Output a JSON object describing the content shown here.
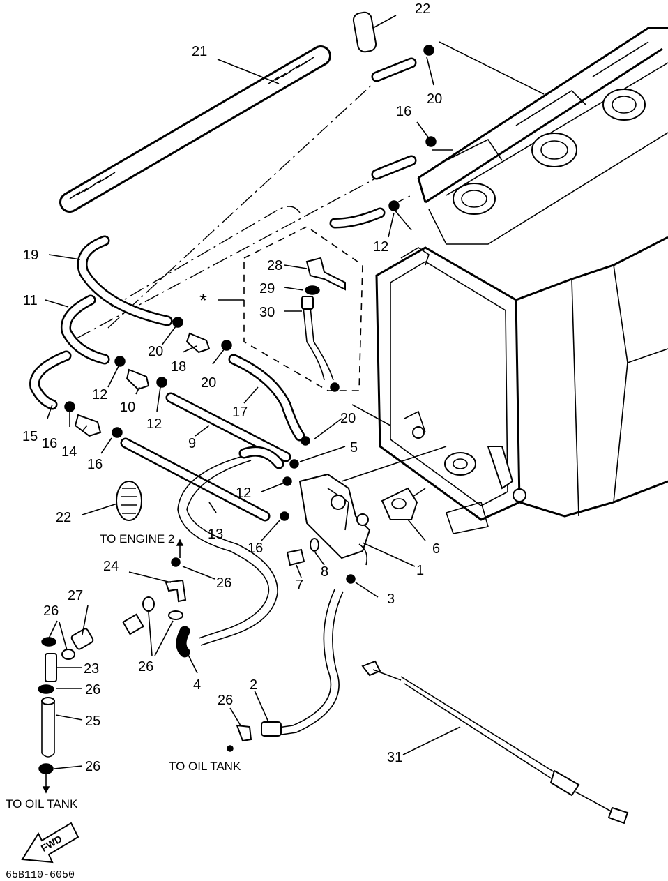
{
  "callouts": [
    {
      "id": "c1",
      "text": "1"
    },
    {
      "id": "c2",
      "text": "2"
    },
    {
      "id": "c3",
      "text": "3"
    },
    {
      "id": "c4",
      "text": "4"
    },
    {
      "id": "c5",
      "text": "5"
    },
    {
      "id": "c6",
      "text": "6"
    },
    {
      "id": "c7",
      "text": "7"
    },
    {
      "id": "c8",
      "text": "8"
    },
    {
      "id": "c9",
      "text": "9"
    },
    {
      "id": "c10",
      "text": "10"
    },
    {
      "id": "c11",
      "text": "11"
    },
    {
      "id": "c12a",
      "text": "12"
    },
    {
      "id": "c12b",
      "text": "12"
    },
    {
      "id": "c12c",
      "text": "12"
    },
    {
      "id": "c12d",
      "text": "12"
    },
    {
      "id": "c13",
      "text": "13"
    },
    {
      "id": "c14",
      "text": "14"
    },
    {
      "id": "c15",
      "text": "15"
    },
    {
      "id": "c16a",
      "text": "16"
    },
    {
      "id": "c16b",
      "text": "16"
    },
    {
      "id": "c16c",
      "text": "16"
    },
    {
      "id": "c16d",
      "text": "16"
    },
    {
      "id": "c17",
      "text": "17"
    },
    {
      "id": "c18",
      "text": "18"
    },
    {
      "id": "c19",
      "text": "19"
    },
    {
      "id": "c20a",
      "text": "20"
    },
    {
      "id": "c20b",
      "text": "20"
    },
    {
      "id": "c20c",
      "text": "20"
    },
    {
      "id": "c20d",
      "text": "20"
    },
    {
      "id": "c21",
      "text": "21"
    },
    {
      "id": "c22a",
      "text": "22"
    },
    {
      "id": "c22b",
      "text": "22"
    },
    {
      "id": "c23",
      "text": "23"
    },
    {
      "id": "c24",
      "text": "24"
    },
    {
      "id": "c25",
      "text": "25"
    },
    {
      "id": "c26a",
      "text": "26"
    },
    {
      "id": "c26b",
      "text": "26"
    },
    {
      "id": "c26c",
      "text": "26"
    },
    {
      "id": "c26d",
      "text": "26"
    },
    {
      "id": "c26e",
      "text": "26"
    },
    {
      "id": "c26f",
      "text": "26"
    },
    {
      "id": "c27",
      "text": "27"
    },
    {
      "id": "c28",
      "text": "28"
    },
    {
      "id": "c29",
      "text": "29"
    },
    {
      "id": "c30",
      "text": "30"
    },
    {
      "id": "c31",
      "text": "31"
    }
  ],
  "notes": {
    "asterisk": "*",
    "to_engine_2": "TO ENGINE 2",
    "to_oil_tank_center": "TO OIL TANK",
    "to_oil_tank_left": "TO OIL TANK",
    "fwd": "FWD",
    "drawing_code": "65B110-6050"
  }
}
